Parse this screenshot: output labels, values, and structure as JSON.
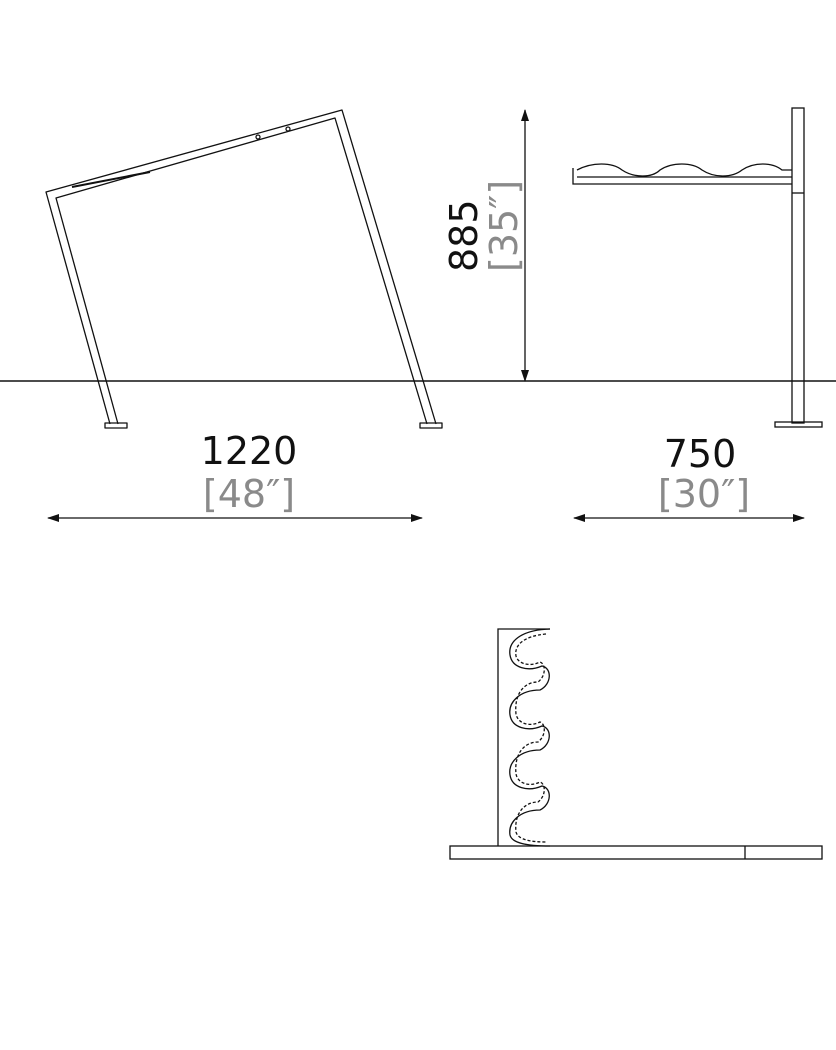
{
  "dimensions": {
    "width": {
      "mm": "1220",
      "inches": "[48″]"
    },
    "height": {
      "mm": "885",
      "inches": "[35″]"
    },
    "depth": {
      "mm": "750",
      "inches": "[30″]"
    }
  },
  "colors": {
    "line": "#111111",
    "imperial_text": "#8a8a8a",
    "background": "#ffffff"
  }
}
